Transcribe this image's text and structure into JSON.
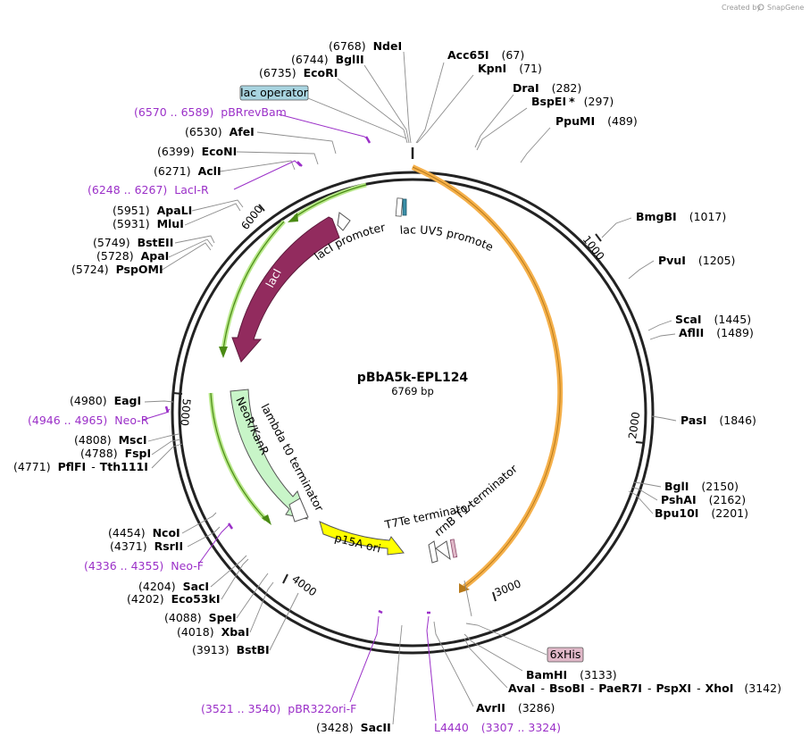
{
  "credit": {
    "text": "Created by",
    "brand": "SnapGene"
  },
  "plasmid": {
    "name": "pBbA5k-EPL124",
    "size": "6769 bp",
    "length": 6769
  },
  "ticks": [
    "1000",
    "2000",
    "3000",
    "4000",
    "5000",
    "6000"
  ],
  "sites": [
    {
      "name": "NdeI",
      "pos": "(6768)"
    },
    {
      "name": "BglII",
      "pos": "(6744)"
    },
    {
      "name": "EcoRI",
      "pos": "(6735)"
    },
    {
      "name": "Acc65I",
      "pos": "(67)"
    },
    {
      "name": "KpnI",
      "pos": "(71)"
    },
    {
      "name": "DraI",
      "pos": "(282)"
    },
    {
      "name": "BspEI",
      "star": "*",
      "pos": "(297)"
    },
    {
      "name": "PpuMI",
      "pos": "(489)"
    },
    {
      "name": "AfeI",
      "pos": "(6530)"
    },
    {
      "name": "EcoNI",
      "pos": "(6399)"
    },
    {
      "name": "AclI",
      "pos": "(6271)"
    },
    {
      "name": "ApaLI",
      "pos": "(5951)"
    },
    {
      "name": "MluI",
      "pos": "(5931)"
    },
    {
      "name": "BstEII",
      "pos": "(5749)"
    },
    {
      "name": "ApaI",
      "pos": "(5728)"
    },
    {
      "name": "PspOMI",
      "pos": "(5724)"
    },
    {
      "name": "BmgBI",
      "pos": "(1017)"
    },
    {
      "name": "PvuI",
      "pos": "(1205)"
    },
    {
      "name": "ScaI",
      "pos": "(1445)"
    },
    {
      "name": "AflII",
      "pos": "(1489)"
    },
    {
      "name": "PasI",
      "pos": "(1846)"
    },
    {
      "name": "BglI",
      "pos": "(2150)"
    },
    {
      "name": "PshAI",
      "pos": "(2162)"
    },
    {
      "name": "Bpu10I",
      "pos": "(2201)"
    },
    {
      "name": "EagI",
      "pos": "(4980)"
    },
    {
      "name": "MscI",
      "pos": "(4808)"
    },
    {
      "name": "FspI",
      "pos": "(4788)"
    },
    {
      "name": "PflFI",
      "sep": "-",
      "name2": "Tth111I",
      "pos": "(4771)"
    },
    {
      "name": "NcoI",
      "pos": "(4454)"
    },
    {
      "name": "RsrII",
      "pos": "(4371)"
    },
    {
      "name": "SacI",
      "pos": "(4204)"
    },
    {
      "name": "Eco53kI",
      "pos": "(4202)"
    },
    {
      "name": "SpeI",
      "pos": "(4088)"
    },
    {
      "name": "XbaI",
      "pos": "(4018)"
    },
    {
      "name": "BstBI",
      "pos": "(3913)"
    },
    {
      "name": "BamHI",
      "pos": "(3133)"
    },
    {
      "name": "AvaI",
      "sep1": "-",
      "n2": "BsoBI",
      "sep2": "-",
      "n3": "PaeR7I",
      "sep3": "-",
      "n4": "PspXI",
      "sep4": "-",
      "n5": "XhoI",
      "pos": "(3142)"
    },
    {
      "name": "AvrII",
      "pos": "(3286)"
    },
    {
      "name": "SacII",
      "pos": "(3428)"
    }
  ],
  "primers": [
    {
      "range": "(6570 .. 6589)",
      "name": "pBRrevBam"
    },
    {
      "range": "(6248 .. 6267)",
      "name": "LacI-R"
    },
    {
      "range": "(4946 .. 4965)",
      "name": "Neo-R"
    },
    {
      "range": "(4336 .. 4355)",
      "name": "Neo-F"
    },
    {
      "range": "(3521 .. 3540)",
      "name": "pBR322ori-F"
    },
    {
      "name": "L4440",
      "range": "(3307 .. 3324)"
    }
  ],
  "features": {
    "lac_operator": "lac operator",
    "lacI": "lacI",
    "lacI_promoter": "lacI promoter",
    "lac_uv5": "lac UV5 promoter",
    "neo": "NeoR/KanR",
    "lambda": "lambda t0 terminator",
    "p15a": "p15A ori",
    "t7te": "T7Te terminator",
    "rrnb": "rrnB T1 terminator",
    "his": "6xHis"
  },
  "colors": {
    "lacI": "#922b5e",
    "green_arrow": "#5a9e1c",
    "neo": "#c8f5c8",
    "p15a": "#ffff00",
    "orange_orf": "#f5b04a",
    "lac_operator_tag": "#a8d4e0",
    "his_tag": "#e0b8c8",
    "primer": "#9b30c8"
  }
}
